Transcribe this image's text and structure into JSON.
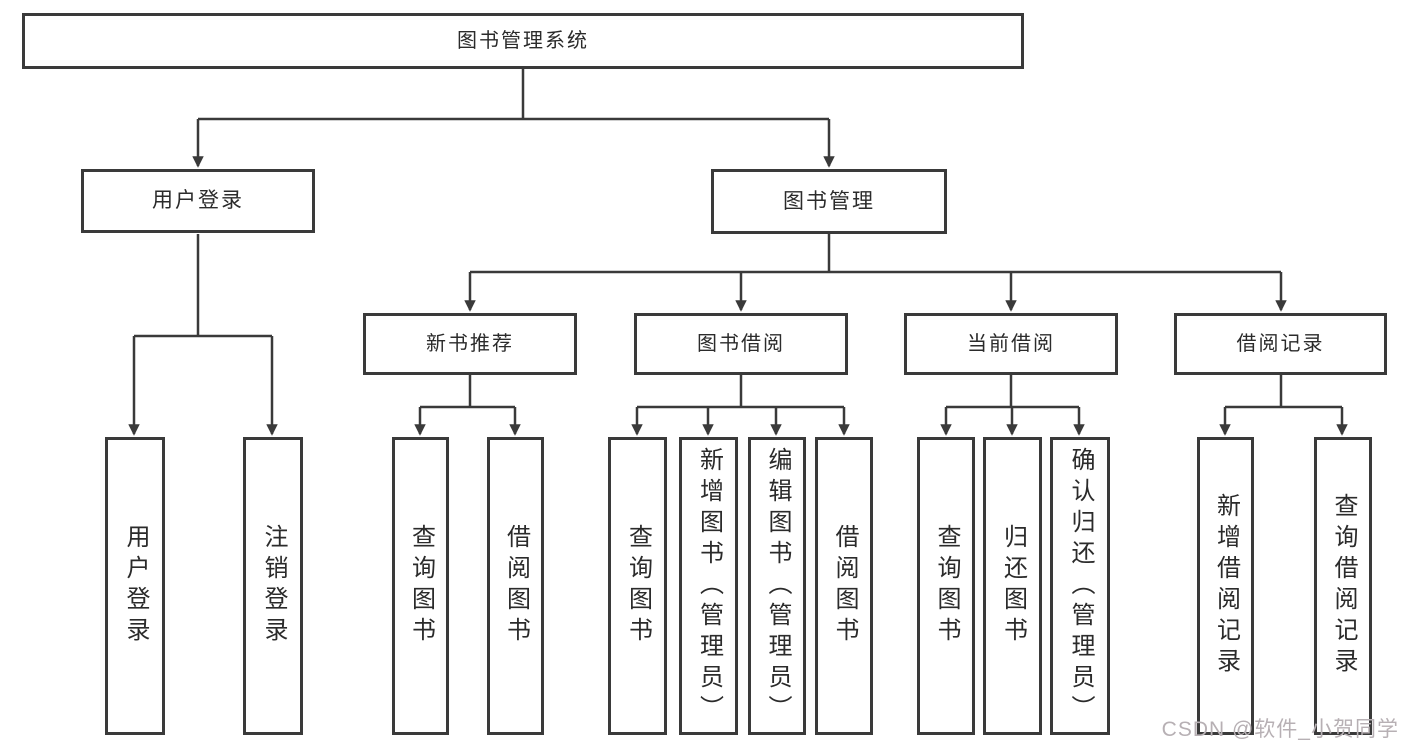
{
  "diagram": {
    "title": "图书管理系统",
    "type": "functional-structure-tree",
    "nodes": {
      "root": "图书管理系统",
      "user_login": "用户登录",
      "book_management": "图书管理",
      "new_book_recommend": "新书推荐",
      "book_borrowing": "图书借阅",
      "current_borrowing": "当前借阅",
      "borrowing_records": "借阅记录",
      "leaf_user_login": "用户登录",
      "leaf_logout": "注销登录",
      "nb_query_books": "查询图书",
      "nb_borrow_books": "借阅图书",
      "bb_query_books": "查询图书",
      "bb_add_books_admin": "新增图书（管理员）",
      "bb_edit_books_admin": "编辑图书（管理员）",
      "bb_borrow_books": "借阅图书",
      "cb_query_books": "查询图书",
      "cb_return_books": "归还图书",
      "cb_confirm_return_admin": "确认归还（管理员）",
      "br_add_record": "新增借阅记录",
      "br_query_record": "查询借阅记录"
    },
    "hierarchy": {
      "图书管理系统": {
        "用户登录": [
          "用户登录",
          "注销登录"
        ],
        "图书管理": {
          "新书推荐": [
            "查询图书",
            "借阅图书"
          ],
          "图书借阅": [
            "查询图书",
            "新增图书（管理员）",
            "编辑图书（管理员）",
            "借阅图书"
          ],
          "当前借阅": [
            "查询图书",
            "归还图书",
            "确认归还（管理员）"
          ],
          "借阅记录": [
            "新增借阅记录",
            "查询借阅记录"
          ]
        }
      }
    },
    "colors": {
      "line": "#3a3a3a",
      "box_border": "#3a3a3a",
      "box_fill": "#ffffff",
      "text": "#2b2b2b",
      "watermark": "#b7b0b4"
    }
  },
  "watermark": "CSDN @软件_小贺同学"
}
